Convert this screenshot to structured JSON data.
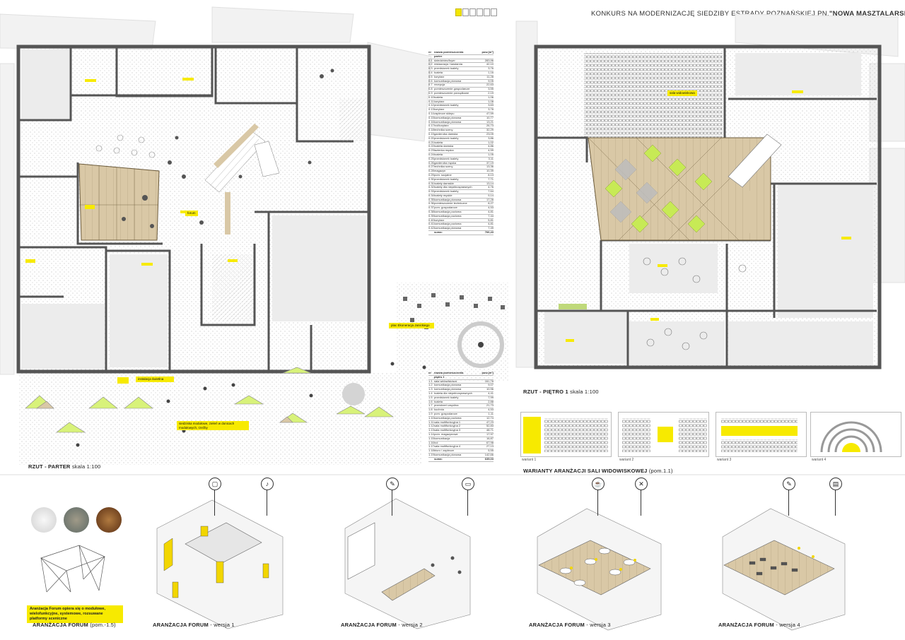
{
  "header": {
    "title_prefix": "KONKURS NA MODERNIZACJĘ SIEDZIBY ESTRADY POZNAŃSKIEJ PN.",
    "title_name": "\"NOWA MASZTALARSKA\"",
    "page_count": 6,
    "active_page": 1
  },
  "labels": {
    "ground_floor": "RZUT - PARTER",
    "ground_scale": "skala 1:100",
    "first_floor": "RZUT - PIĘTRO 1",
    "first_scale": "skala 1:100",
    "variants_title": "WARIANTY ARANŻACJI SALI WIDOWISKOWEJ",
    "variants_room": "(pom.1.1)",
    "forum_main": "ARANŻACJA FORUM",
    "forum_main_room": "(pom.-1.5)",
    "forum_v1": "ARANŻACJA FORUM",
    "forum_v1_suffix": "- wersja 1",
    "forum_v2": "ARANŻACJA FORUM",
    "forum_v2_suffix": "- wersja 2",
    "forum_v3": "ARANŻACJA FORUM",
    "forum_v3_suffix": "- wersja 3",
    "forum_v4": "ARANŻACJA FORUM",
    "forum_v4_suffix": "- wersja 4",
    "forum_note": "Aranżacja Forum opiera się o modułowe, wielofunkcyjne, systemowe, rozsuwane platformy sceniczne"
  },
  "plan_tags": {
    "square": "plac Ekoneracja Janickiego",
    "street": "siedziska modułowe, zieleń w donicach modułowych, rzeźby",
    "lighting": "instalacja świetlna",
    "forum": "forum",
    "hall": "sala widowiskowa"
  },
  "variants": [
    {
      "label": "wariant 1"
    },
    {
      "label": "wariant 2"
    },
    {
      "label": "wariant 3"
    },
    {
      "label": "wariant 4"
    }
  ],
  "table_ground": {
    "headers": [
      "nr",
      "nazwa pomieszczenia",
      "pow.[m²]"
    ],
    "section": "parter",
    "rows": [
      [
        "0.1",
        "dziedziniec/foyer",
        "283,96"
      ],
      [
        "0.2",
        "restauracja / kawiarnia",
        "42,10"
      ],
      [
        "0.3",
        "przedsionek toalety",
        "3,76"
      ],
      [
        "0.4",
        "toaleta",
        "1,16"
      ],
      [
        "0.5",
        "korytarz",
        "11,28"
      ],
      [
        "0.6",
        "komunikacja pionowa",
        "9,05"
      ],
      [
        "0.7",
        "recepcja",
        "22,63"
      ],
      [
        "0.8",
        "pomieszczenie gospodarcze",
        "3,55"
      ],
      [
        "0.9",
        "pomieszczenie porządkowe",
        "2,19"
      ],
      [
        "0.10",
        "toaleta",
        "1,06"
      ],
      [
        "0.11",
        "korytarz",
        "1,08"
      ],
      [
        "0.12",
        "przedsionek toalety",
        "3,63"
      ],
      [
        "0.13",
        "korytarz",
        "3,78"
      ],
      [
        "0.14",
        "zaplecze sklepu",
        "47,59"
      ],
      [
        "0.15",
        "komunikacja pionowa",
        "10,77"
      ],
      [
        "0.16",
        "komunikacja pionowa",
        "13,21"
      ],
      [
        "0.17",
        "hol/korytarz",
        "26,73"
      ],
      [
        "0.18",
        "technika sceny",
        "32,29"
      ],
      [
        "0.19",
        "garderoba damska",
        "23,09"
      ],
      [
        "0.20",
        "przedsionek toalety",
        "3,86"
      ],
      [
        "0.21",
        "toaleta",
        "1,02"
      ],
      [
        "0.22",
        "toaleta damska",
        "4,86"
      ],
      [
        "0.23",
        "łazienka męska",
        "4,59"
      ],
      [
        "0.24",
        "toaleta",
        "1,05"
      ],
      [
        "0.25",
        "przedsionek toalety",
        "3,11"
      ],
      [
        "0.26",
        "garderoba męska",
        "37,19"
      ],
      [
        "0.27",
        "technika sceny",
        "13,36"
      ],
      [
        "0.28",
        "magazyn",
        "10,39"
      ],
      [
        "0.29",
        "pom. socjalne",
        "8,13"
      ],
      [
        "0.30",
        "przedsionek toalety",
        "7,71"
      ],
      [
        "0.31",
        "toalety damskie",
        "13,14"
      ],
      [
        "0.32",
        "toalety dla niepełnosprawnych",
        "4,76"
      ],
      [
        "0.33",
        "przedsionek toalety",
        "7,64"
      ],
      [
        "0.34",
        "toalety męskie",
        "9,14"
      ],
      [
        "0.35",
        "komunikacja pionowa",
        "17,28"
      ],
      [
        "0.36",
        "pomieszczenie techniczne",
        "8,27"
      ],
      [
        "0.37",
        "pom. gospodarcze",
        "4,53"
      ],
      [
        "0.38",
        "komunikacja pozioma",
        "4,81"
      ],
      [
        "0.39",
        "komunikacja pozioma",
        "7,44"
      ],
      [
        "0.40",
        "korytarz",
        "5,81"
      ],
      [
        "0.41",
        "komunikacja pozioma",
        "4,81"
      ],
      [
        "0.42",
        "komunikacja pionowa",
        "7,49"
      ]
    ],
    "sum_label": "suma:",
    "sum": "766,43"
  },
  "table_first": {
    "headers": [
      "nr",
      "nazwa pomieszczenia",
      "pow.[m²]"
    ],
    "section": "piętro 1",
    "rows": [
      [
        "1.1",
        "sala widowiskowa",
        "161,78"
      ],
      [
        "1.2",
        "komunikacja pionowa",
        "9,07"
      ],
      [
        "1.3",
        "komunikacja pionowa",
        "10,96"
      ],
      [
        "1.4",
        "toaleta dla niepełnosprawnych",
        "4,41"
      ],
      [
        "1.5",
        "przedsionek toalety",
        "7,99"
      ],
      [
        "1.6",
        "toaleta",
        "2,88"
      ],
      [
        "1.7",
        "przestrzeń wspólna",
        "21,73"
      ],
      [
        "1.8",
        "kuchnia",
        "4,53"
      ],
      [
        "1.9",
        "pom. gospodarcze",
        "1,11"
      ],
      [
        "1.10",
        "komunikacja pozioma",
        "12,74"
      ],
      [
        "1.11",
        "sala multifunkcyjna 1",
        "47,23"
      ],
      [
        "1.12",
        "sala multifunkcyjna 2",
        "52,83"
      ],
      [
        "1.13",
        "sala multifunkcyjna 3",
        "48,71"
      ],
      [
        "1.14",
        "pom. magazynowe",
        "17,97"
      ],
      [
        "1.15",
        "komunikacja",
        "16,87"
      ],
      [
        "1.16",
        "hol",
        "67,98"
      ],
      [
        "1.17",
        "sala multifunkcyjna 4",
        "27,13"
      ],
      [
        "1.18",
        "biuro / zaplecze",
        "5,55"
      ],
      [
        "1.19",
        "komunikacja pionowa",
        "142,66"
      ]
    ],
    "sum_label": "suma:",
    "sum": "635,03"
  }
}
